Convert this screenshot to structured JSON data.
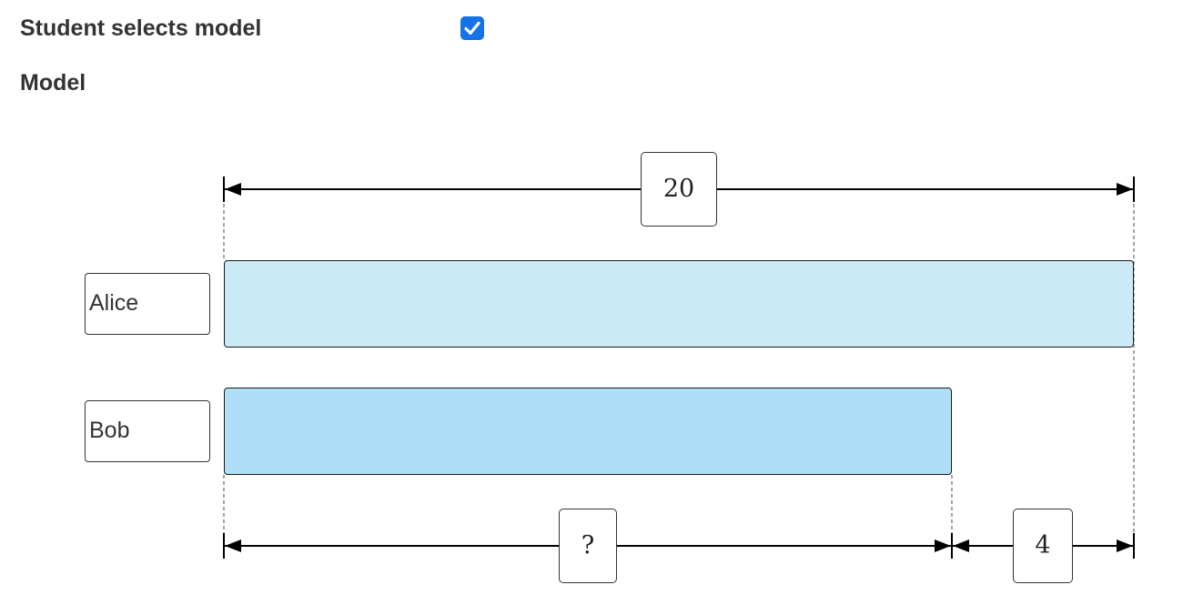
{
  "settings": {
    "student_selects_model_label": "Student selects model",
    "student_selects_model_checked": true
  },
  "section": {
    "model_title": "Model"
  },
  "model": {
    "total": {
      "value": 20,
      "label": "20"
    },
    "bars": [
      {
        "name": "Alice",
        "value": 20,
        "color": "#cbeaf7"
      },
      {
        "name": "Bob",
        "value": 16,
        "color": "#afdff6"
      }
    ],
    "unknown_segment": {
      "value": 16,
      "label": "?"
    },
    "difference_segment": {
      "value": 4,
      "label": "4"
    }
  },
  "colors": {
    "accent": "#1473e6",
    "text": "#333333"
  }
}
